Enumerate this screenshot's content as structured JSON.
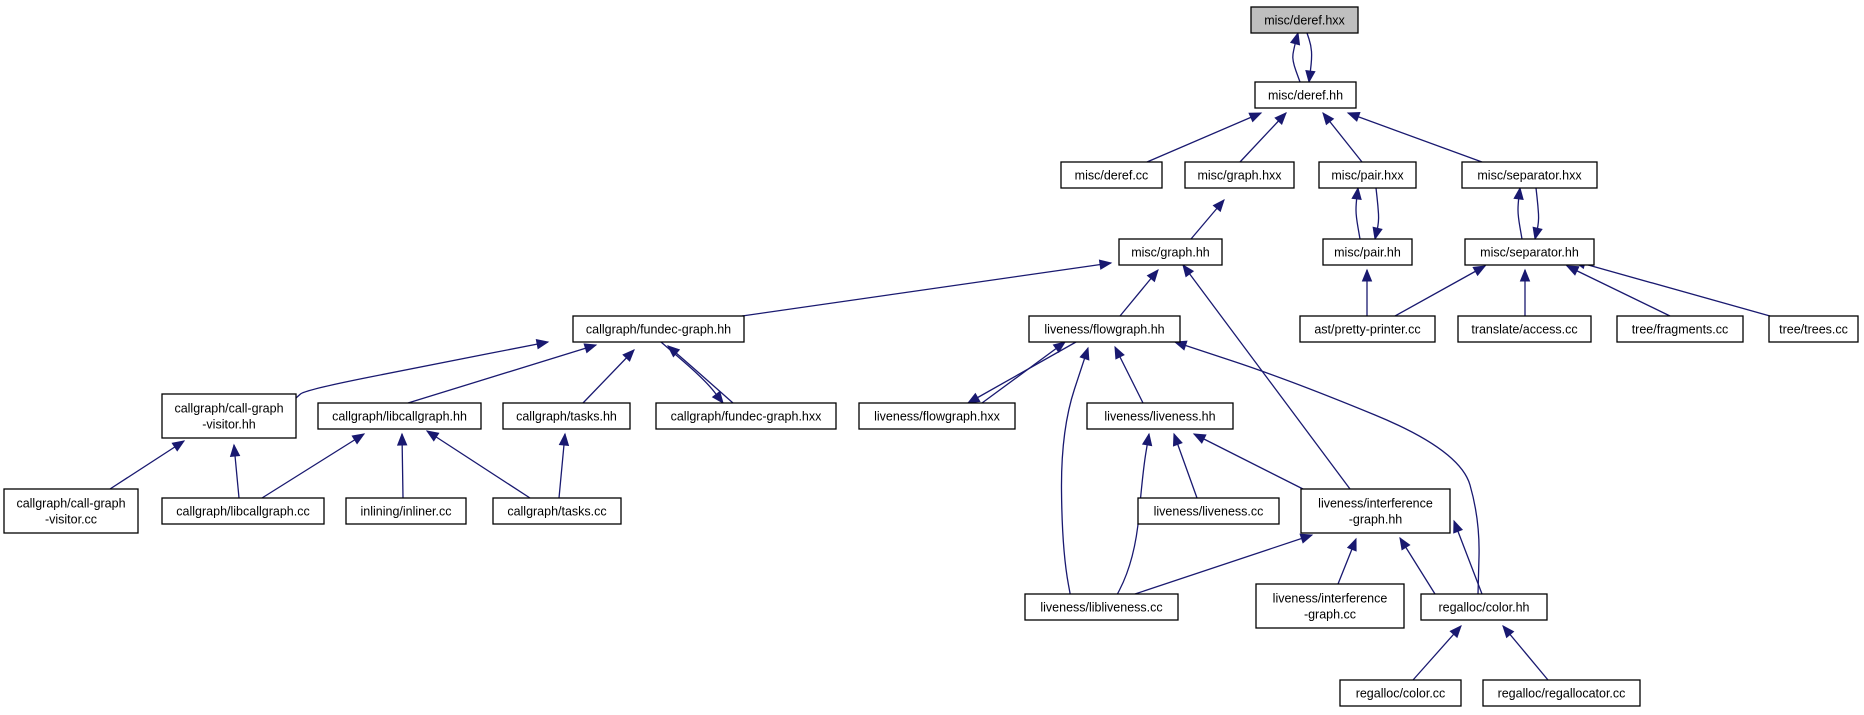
{
  "diagram": {
    "type": "include dependency graph",
    "colors": {
      "edge": "#191970",
      "node_border": "#000000",
      "node_fill": "#ffffff",
      "root_fill": "#bfbfbf"
    },
    "nodes": [
      {
        "id": "deref_hxx",
        "lines": [
          "misc/deref.hxx"
        ],
        "root": true
      },
      {
        "id": "deref_hh",
        "lines": [
          "misc/deref.hh"
        ]
      },
      {
        "id": "deref_cc",
        "lines": [
          "misc/deref.cc"
        ]
      },
      {
        "id": "graph_hxx",
        "lines": [
          "misc/graph.hxx"
        ]
      },
      {
        "id": "pair_hxx",
        "lines": [
          "misc/pair.hxx"
        ]
      },
      {
        "id": "separator_hxx",
        "lines": [
          "misc/separator.hxx"
        ]
      },
      {
        "id": "graph_hh",
        "lines": [
          "misc/graph.hh"
        ]
      },
      {
        "id": "pair_hh",
        "lines": [
          "misc/pair.hh"
        ]
      },
      {
        "id": "separator_hh",
        "lines": [
          "misc/separator.hh"
        ]
      },
      {
        "id": "fundec_graph_hh",
        "lines": [
          "callgraph/fundec-graph.hh"
        ]
      },
      {
        "id": "flowgraph_hh",
        "lines": [
          "liveness/flowgraph.hh"
        ]
      },
      {
        "id": "pretty_printer_cc",
        "lines": [
          "ast/pretty-printer.cc"
        ]
      },
      {
        "id": "access_cc",
        "lines": [
          "translate/access.cc"
        ]
      },
      {
        "id": "fragments_cc",
        "lines": [
          "tree/fragments.cc"
        ]
      },
      {
        "id": "trees_cc",
        "lines": [
          "tree/trees.cc"
        ]
      },
      {
        "id": "call_graph_visitor_hh",
        "lines": [
          "callgraph/call-graph",
          "-visitor.hh"
        ]
      },
      {
        "id": "libcallgraph_hh",
        "lines": [
          "callgraph/libcallgraph.hh"
        ]
      },
      {
        "id": "tasks_hh",
        "lines": [
          "callgraph/tasks.hh"
        ]
      },
      {
        "id": "fundec_graph_hxx",
        "lines": [
          "callgraph/fundec-graph.hxx"
        ]
      },
      {
        "id": "flowgraph_hxx",
        "lines": [
          "liveness/flowgraph.hxx"
        ]
      },
      {
        "id": "liveness_hh",
        "lines": [
          "liveness/liveness.hh"
        ]
      },
      {
        "id": "call_graph_visitor_cc",
        "lines": [
          "callgraph/call-graph",
          "-visitor.cc"
        ]
      },
      {
        "id": "libcallgraph_cc",
        "lines": [
          "callgraph/libcallgraph.cc"
        ]
      },
      {
        "id": "inliner_cc",
        "lines": [
          "inlining/inliner.cc"
        ]
      },
      {
        "id": "tasks_cc",
        "lines": [
          "callgraph/tasks.cc"
        ]
      },
      {
        "id": "liveness_cc",
        "lines": [
          "liveness/liveness.cc"
        ]
      },
      {
        "id": "interference_graph_hh",
        "lines": [
          "liveness/interference",
          "-graph.hh"
        ]
      },
      {
        "id": "libliveness_cc",
        "lines": [
          "liveness/libliveness.cc"
        ]
      },
      {
        "id": "interference_graph_cc",
        "lines": [
          "liveness/interference",
          "-graph.cc"
        ]
      },
      {
        "id": "color_hh",
        "lines": [
          "regalloc/color.hh"
        ]
      },
      {
        "id": "color_cc",
        "lines": [
          "regalloc/color.cc"
        ]
      },
      {
        "id": "regallocator_cc",
        "lines": [
          "regalloc/regallocator.cc"
        ]
      }
    ]
  }
}
